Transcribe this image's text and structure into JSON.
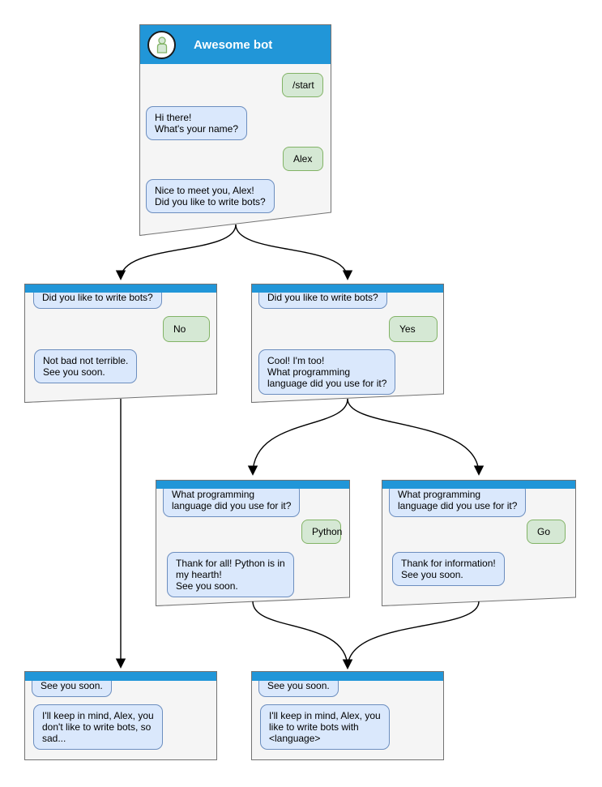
{
  "palette": {
    "header_blue": "#2196d8",
    "window_bg": "#f5f5f5",
    "window_border": "#737373",
    "bot_bubble_bg": "#dae8fc",
    "bot_bubble_border": "#6c8ebf",
    "user_bubble_bg": "#d5e8d4",
    "user_bubble_border": "#82b366",
    "arrow_color": "#000000"
  },
  "windows": {
    "main": {
      "title": "Awesome bot",
      "messages": [
        {
          "from": "user",
          "text": "/start"
        },
        {
          "from": "bot",
          "text": "Hi there!\nWhat's your name?"
        },
        {
          "from": "user",
          "text": "Alex"
        },
        {
          "from": "bot",
          "text": "Nice to meet you, Alex!\nDid you like to write bots?"
        }
      ]
    },
    "branch_no": {
      "messages": [
        {
          "from": "bot",
          "text": "Did you like to write bots?"
        },
        {
          "from": "user",
          "text": "No"
        },
        {
          "from": "bot",
          "text": "Not bad not terrible.\nSee you soon."
        }
      ]
    },
    "branch_yes": {
      "messages": [
        {
          "from": "bot",
          "text": "Did you like to write bots?"
        },
        {
          "from": "user",
          "text": "Yes"
        },
        {
          "from": "bot",
          "text": "Cool! I'm too!\nWhat programming\nlanguage did you use for it?"
        }
      ]
    },
    "lang_python": {
      "messages": [
        {
          "from": "bot",
          "text": "What programming\nlanguage did you use for it?"
        },
        {
          "from": "user",
          "text": "Python"
        },
        {
          "from": "bot",
          "text": "Thank for all! Python is in\nmy hearth!\nSee you soon."
        }
      ]
    },
    "lang_go": {
      "messages": [
        {
          "from": "bot",
          "text": "What programming\nlanguage did you use for it?"
        },
        {
          "from": "user",
          "text": "Go"
        },
        {
          "from": "bot",
          "text": "Thank for information!\nSee you soon."
        }
      ]
    },
    "end_no": {
      "messages": [
        {
          "from": "bot",
          "text": "See you soon."
        },
        {
          "from": "bot",
          "text": "I'll keep in mind, Alex, you\ndon't like to write bots, so\nsad..."
        }
      ]
    },
    "end_yes": {
      "messages": [
        {
          "from": "bot",
          "text": "See you soon."
        },
        {
          "from": "bot",
          "text": "I'll keep in mind, Alex, you\nlike to write bots with\n<language>"
        }
      ]
    }
  },
  "edges": [
    {
      "from": "main",
      "to": "branch_no"
    },
    {
      "from": "main",
      "to": "branch_yes"
    },
    {
      "from": "branch_no",
      "to": "end_no"
    },
    {
      "from": "branch_yes",
      "to": "lang_python"
    },
    {
      "from": "branch_yes",
      "to": "lang_go"
    },
    {
      "from": "lang_python",
      "to": "end_yes"
    },
    {
      "from": "lang_go",
      "to": "end_yes"
    }
  ]
}
